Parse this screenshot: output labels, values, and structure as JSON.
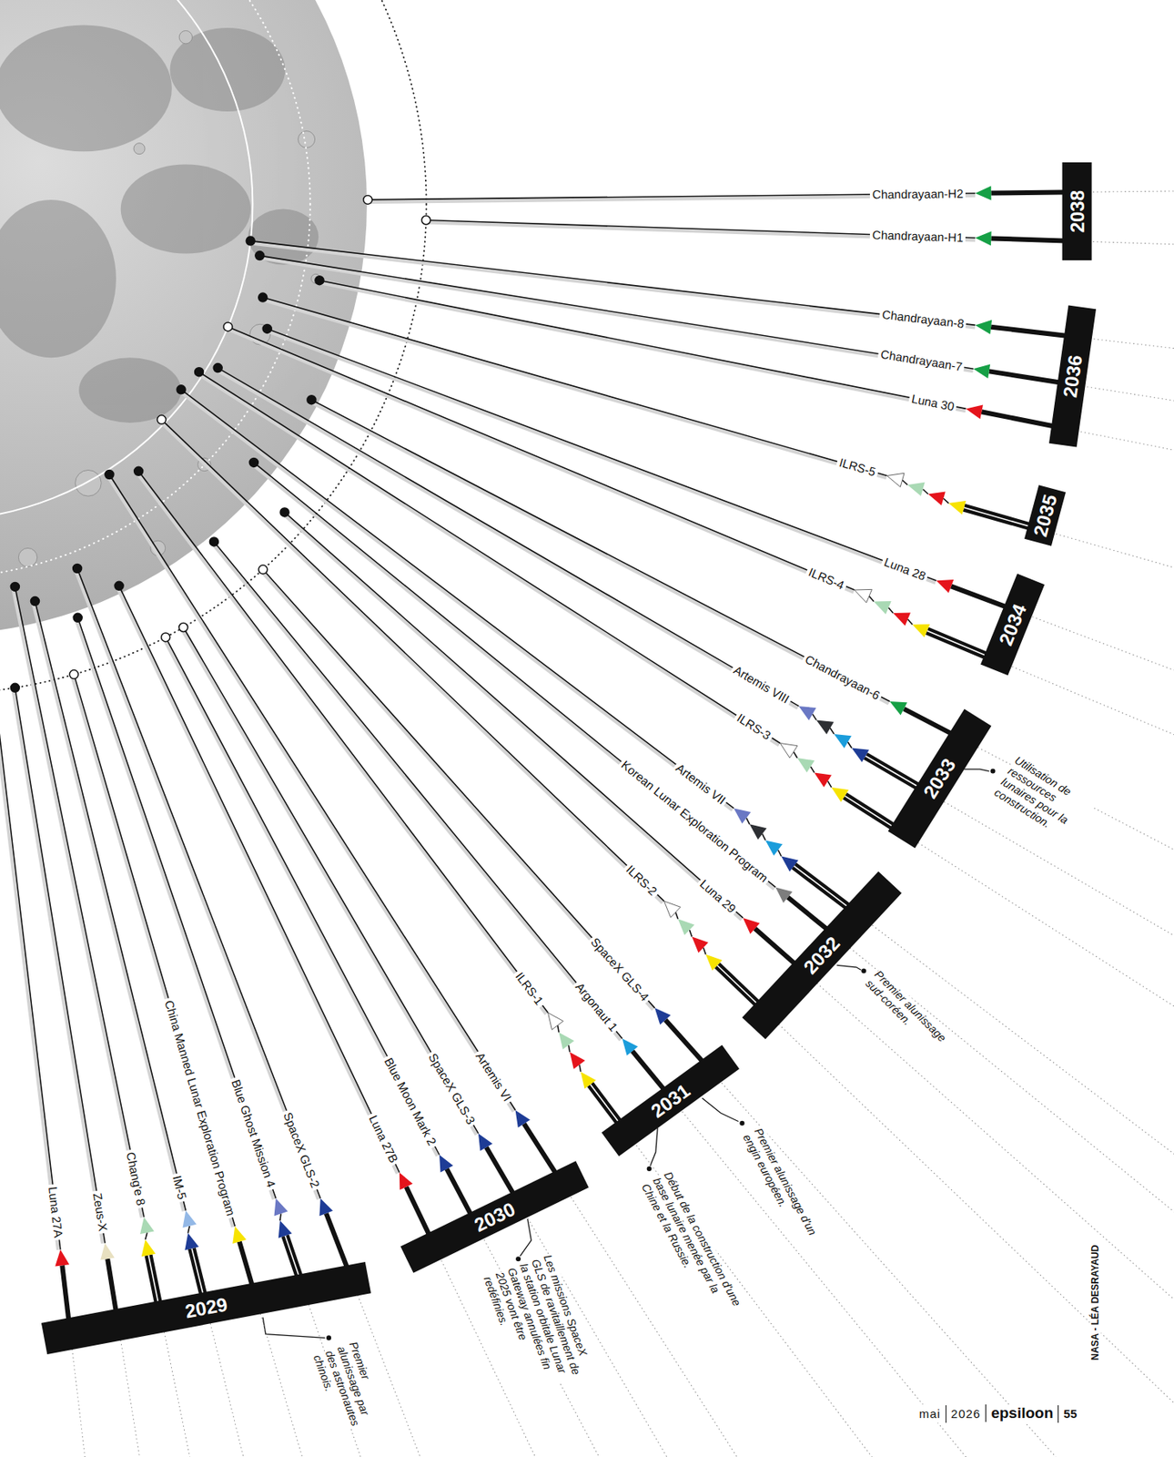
{
  "diagram": {
    "nodes": [
      {
        "text": [
          "2038"
        ]
      },
      {
        "text": [
          "2036"
        ]
      },
      {
        "text": [
          "2035"
        ]
      },
      {
        "text": [
          "2034"
        ]
      },
      {
        "text": [
          "2033"
        ]
      },
      {
        "text": [
          "2032"
        ]
      },
      {
        "text": [
          "2031"
        ]
      },
      {
        "text": [
          "2030"
        ]
      },
      {
        "text": [
          "2029"
        ]
      }
    ],
    "labels": [
      "Chandrayaan-H2",
      "Chandrayaan-H1",
      "Chandrayaan-8",
      "Chandrayaan-7",
      "Luna 30",
      "ILRS-5",
      "Luna 28",
      "ILRS-4",
      "Chandrayaan-6",
      "Artemis VIII",
      "ILRS-3",
      "Artemis VII",
      "Korean Lunar Exploration Program",
      "Luna 29",
      "ILRS-2",
      "SpaceX GLS-4",
      "Argonaut 1",
      "ILRS-1",
      "Artemis VI",
      "SpaceX GLS-3",
      "Blue Moon Mark 2",
      "Luna 27B",
      "SpaceX GLS-2",
      "Blue Ghost Mission 4",
      "China Manned Lunar Exploration Program",
      "IM-5",
      "Chang'e 8",
      "Zeus-X",
      "Luna 27A",
      "Utilisation de ressources lunaires pour la construction.",
      "Premier alunissage sud-coréen.",
      "Premier alunissage d'un engin européen.",
      "Début de la construction d'une base lunaire menée par la Chine et la Russie.",
      "Les missions SpaceX GLS de ravitaillement de la station orbitale Lunar Gateway annulées fin 2025 vont être redéfinies.",
      "Premier alunissage par des astronautes chinois.",
      "NASA - LÉA DESRAYAUD",
      "mai",
      "2026",
      "epsiloon",
      "55"
    ]
  }
}
